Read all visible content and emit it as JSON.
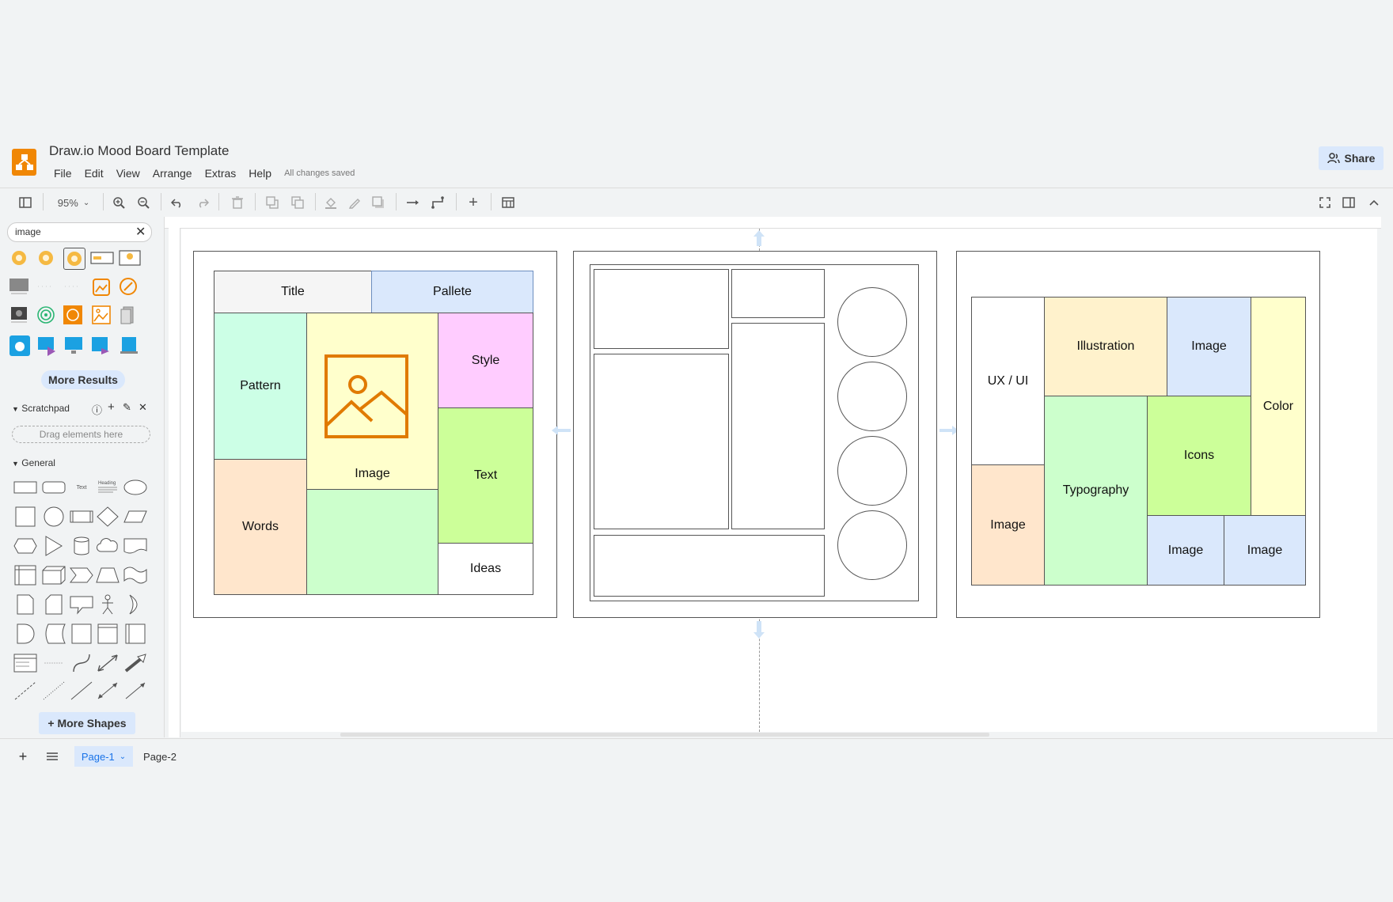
{
  "app": {
    "title": "Draw.io Mood Board Template",
    "menu": [
      "File",
      "Edit",
      "View",
      "Arrange",
      "Extras",
      "Help"
    ],
    "status": "All changes saved",
    "share_label": "Share"
  },
  "toolbar": {
    "zoom": "95%"
  },
  "sidebar": {
    "search_value": "image",
    "more_results": "More Results",
    "scratchpad": "Scratchpad",
    "drag_hint": "Drag elements here",
    "general": "General",
    "more_shapes": "+ More Shapes",
    "general_text_label": "Text",
    "general_heading_label": "Heading"
  },
  "pages": [
    "Page-1",
    "Page-2"
  ],
  "board1": {
    "title": "Title",
    "pallete": "Pallete",
    "pattern": "Pattern",
    "image": "Image",
    "style": "Style",
    "text": "Text",
    "words": "Words",
    "ideas": "Ideas"
  },
  "board3": {
    "uxui": "UX / UI",
    "illustration": "Illustration",
    "image_top": "Image",
    "color": "Color",
    "typography": "Typography",
    "icons": "Icons",
    "image_left": "Image",
    "image_bottom1": "Image",
    "image_bottom2": "Image"
  },
  "colors": {
    "accent": "#dae8fc",
    "logo": "#f08705",
    "title_cell": "#f5f5f5",
    "pattern": "#ccffe6",
    "image_cell": "#ffffcc",
    "style": "#ffccff",
    "text": "#ccff99",
    "words": "#ffe6cc",
    "green_cell": "#ccffcc",
    "illustration": "#fff2cc",
    "image_blue": "#dae8fc"
  }
}
